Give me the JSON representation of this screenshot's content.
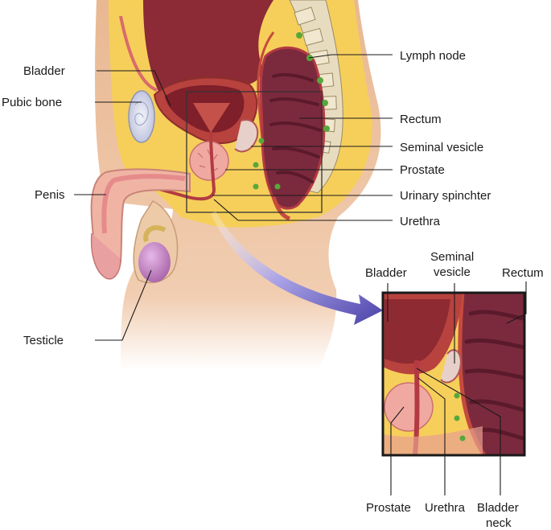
{
  "labels": {
    "bladder": "Bladder",
    "pubic_bone": "Pubic bone",
    "penis": "Penis",
    "testicle": "Testicle",
    "lymph_node": "Lymph node",
    "rectum": "Rectum",
    "seminal_vesicle": "Seminal vesicle",
    "prostate": "Prostate",
    "urinary_sphincter": "Urinary spinchter",
    "urethra": "Urethra"
  },
  "inset_labels": {
    "bladder": "Bladder",
    "seminal_line1": "Seminal",
    "seminal_line2": "vesicle",
    "rectum": "Rectum",
    "prostate": "Prostate",
    "urethra": "Urethra",
    "bladder_neck_line1": "Bladder",
    "bladder_neck_line2": "neck"
  },
  "colors": {
    "skin": "#eec7a6",
    "skin_dark": "#d9a27e",
    "fat": "#f6cf5a",
    "bladder_wall": "#b8423e",
    "bladder_lumen": "#7e1f2a",
    "rectum": "#7b2a3d",
    "rectum_dark": "#5b1a2b",
    "bone": "#d9dcef",
    "lymph": "#57a83b",
    "prostate": "#f0a9a0",
    "testicle": "#c98ac9",
    "arrow": "#5b52b8"
  }
}
